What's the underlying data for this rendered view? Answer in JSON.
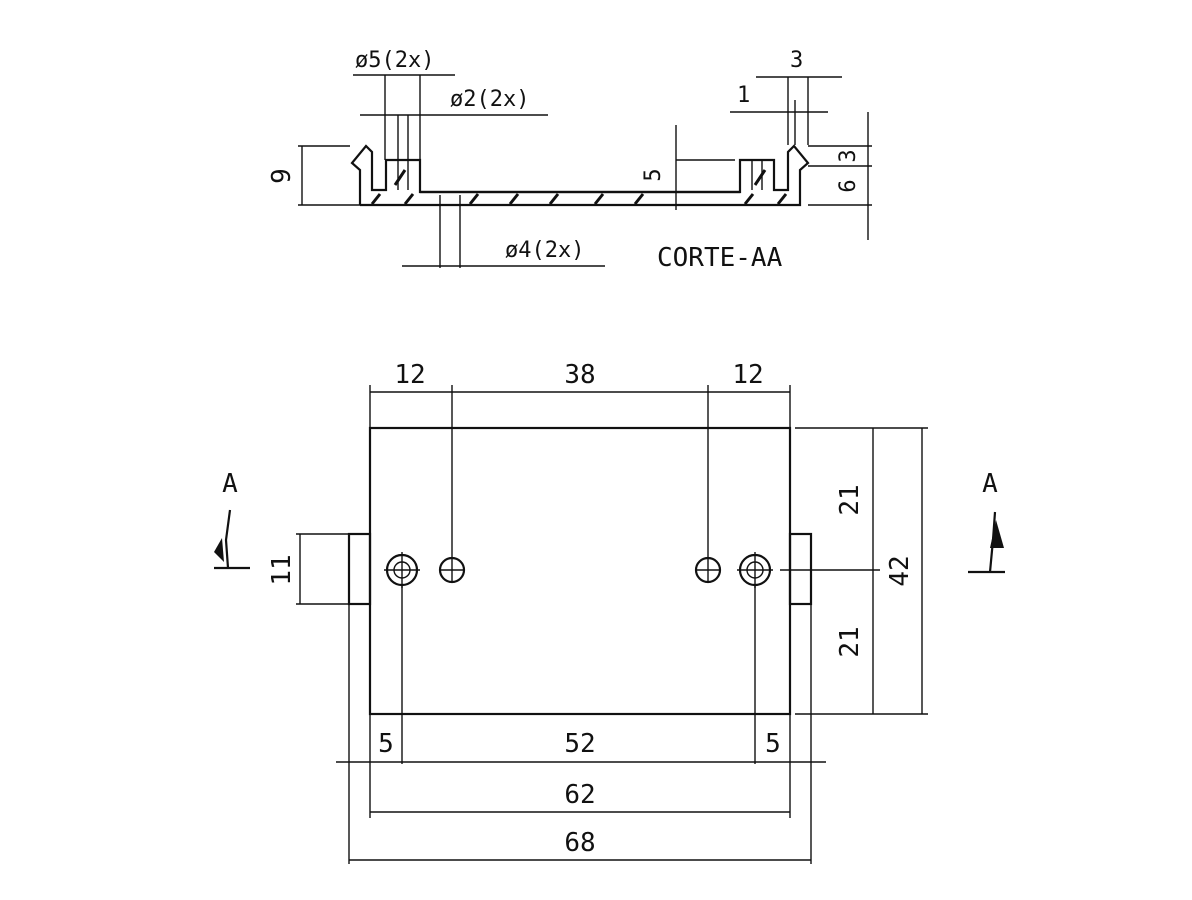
{
  "section_view": {
    "labels": {
      "d5": "ø5(2x)",
      "d2": "ø2(2x)",
      "d4": "ø4(2x)",
      "title": "CORTE-AA"
    },
    "dims": {
      "height": "9",
      "depth": "5",
      "top_width": "3",
      "slot_width": "1",
      "lip": "3",
      "wall": "6"
    }
  },
  "plan_view": {
    "dims": {
      "left_edge": "12",
      "center_spacing": "38",
      "right_edge": "12",
      "half_upper": "21",
      "half_lower": "21",
      "total_height": "42",
      "tab_height": "11",
      "inset_left": "5",
      "hole_span": "52",
      "inset_right": "5",
      "inner_width": "62",
      "overall_width": "68"
    },
    "section_marks": {
      "left": "A",
      "right": "A"
    }
  }
}
